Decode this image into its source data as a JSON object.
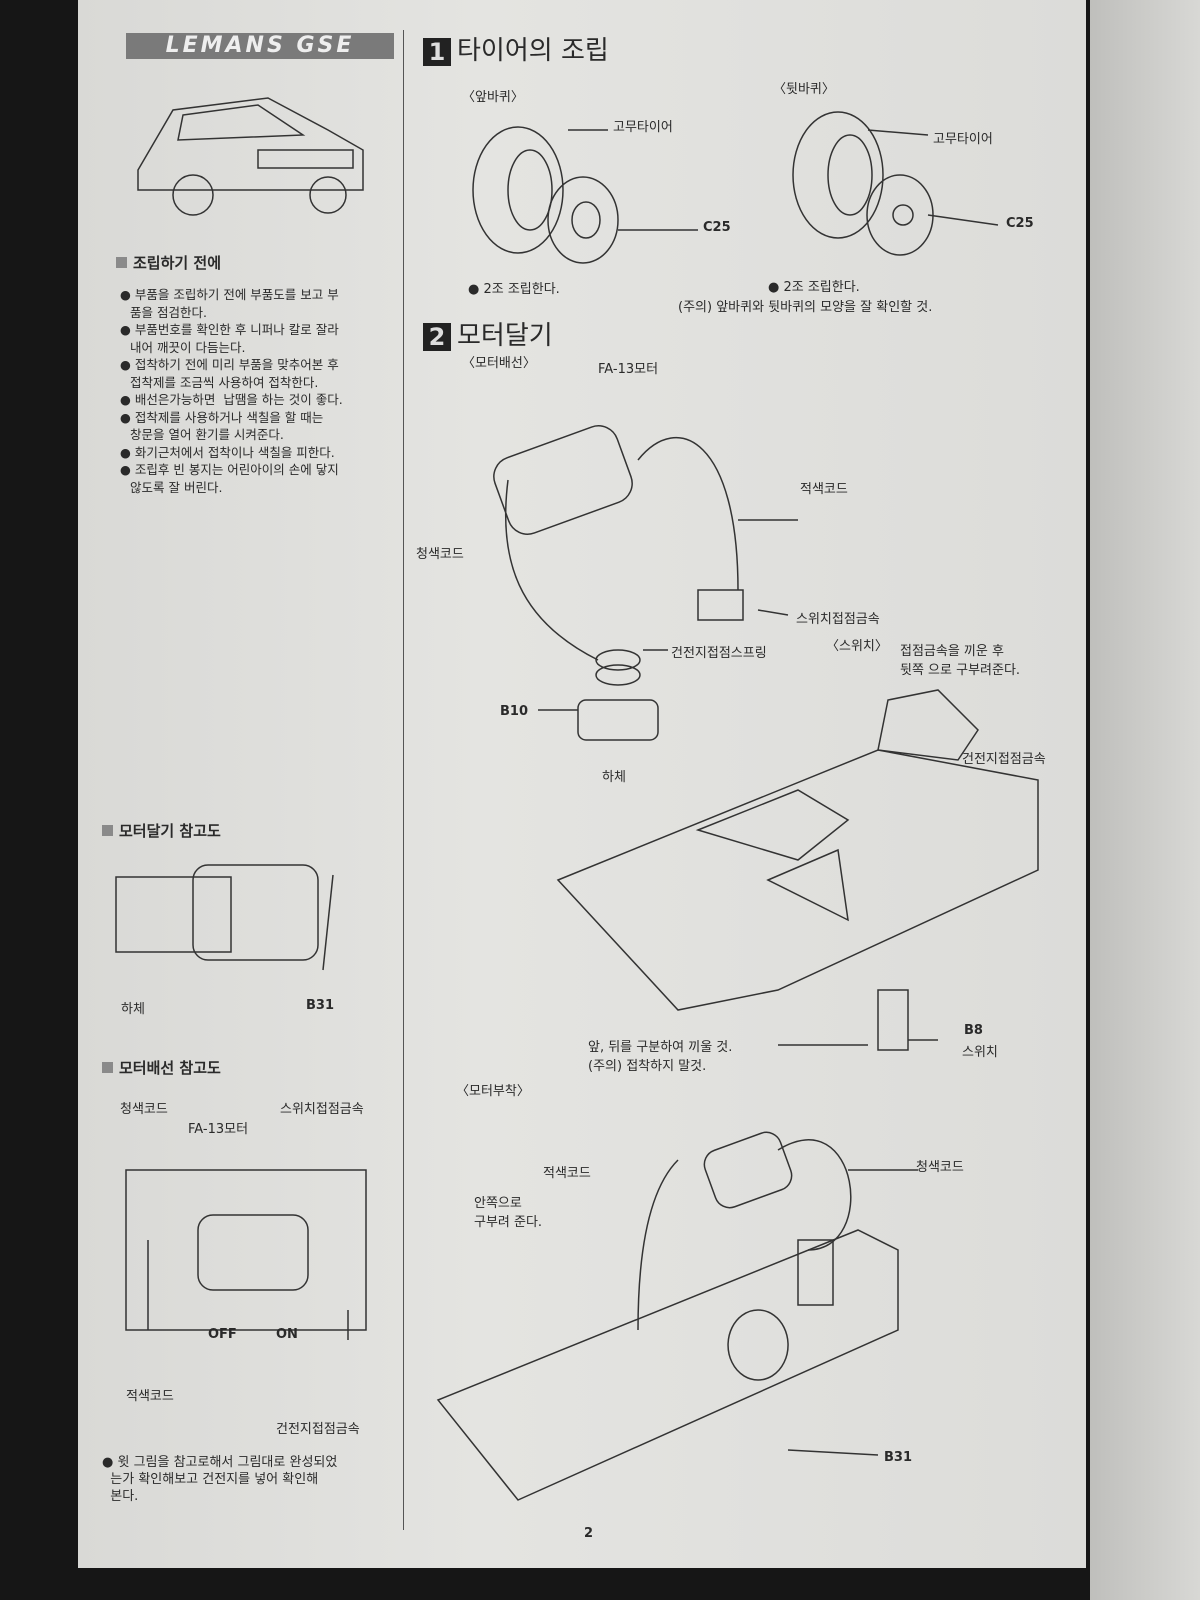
{
  "left": {
    "logo": "LEMANS GSE",
    "before_title": "조립하기 전에",
    "before_items": [
      "부품을 조립하기 전에 부품도를 보고 부\n품을 점검한다.",
      "부품번호를 확인한 후 니퍼나 칼로 잘라\n내어 깨끗이 다듬는다.",
      "접착하기 전에 미리 부품을 맞추어본 후\n접착제를 조금씩 사용하여 접착한다.",
      "배선은가능하면  납땜을 하는 것이 좋다.",
      "접착제를 사용하거나 색칠을 할 때는\n창문을 열어 환기를 시켜준다.",
      "화기근처에서 접착이나 색칠을 피한다.",
      "조립후 빈 봉지는 어린아이의 손에 닿지\n않도록 잘 버린다."
    ],
    "motor_ref_title": "모터달기 참고도",
    "motor_ref_labels": {
      "body": "하체",
      "part": "B31"
    },
    "wiring_ref_title": "모터배선 참고도",
    "wiring_labels": {
      "blue": "청색코드",
      "switch_metal": "스위치접점금속",
      "motor": "FA-13모터",
      "off": "OFF",
      "on": "ON",
      "red": "적색코드",
      "battery_metal": "건전지접점금속"
    },
    "note": "● 윗 그림을 참고로해서 그림대로 완성되었\n  는가 확인해보고 건전지를 넣어 확인해\n  본다."
  },
  "step1": {
    "num": "1",
    "title": "타이어의 조립",
    "front": "〈앞바퀴〉",
    "rear": "〈뒷바퀴〉",
    "tire": "고무타이어",
    "wheel": "C25",
    "assemble": "● 2조 조립한다.",
    "caution": "(주의) 앞바퀴와 뒷바퀴의 모양을 잘 확인할 것."
  },
  "step2": {
    "num": "2",
    "title": "모터달기",
    "wiring": "〈모터배선〉",
    "motor": "FA-13모터",
    "red": "적색코드",
    "blue": "청색코드",
    "switch_metal": "스위치접점금속",
    "spring": "건전지접점스프링",
    "b10": "B10",
    "switch": "〈스위치〉",
    "switch_note": "접점금속을 끼운 후\n뒷쪽 으로 구부려준다.",
    "battery_metal": "건전지접점금속",
    "body": "하체",
    "b8": "B8",
    "b8_name": "스위치",
    "insert_note": "앞, 뒤를 구분하여 끼울 것.\n(주의) 접착하지 말것.",
    "mount": "〈모터부착〉",
    "bend": "안쪽으로\n구부려 준다.",
    "b31": "B31"
  },
  "page_number": "2"
}
